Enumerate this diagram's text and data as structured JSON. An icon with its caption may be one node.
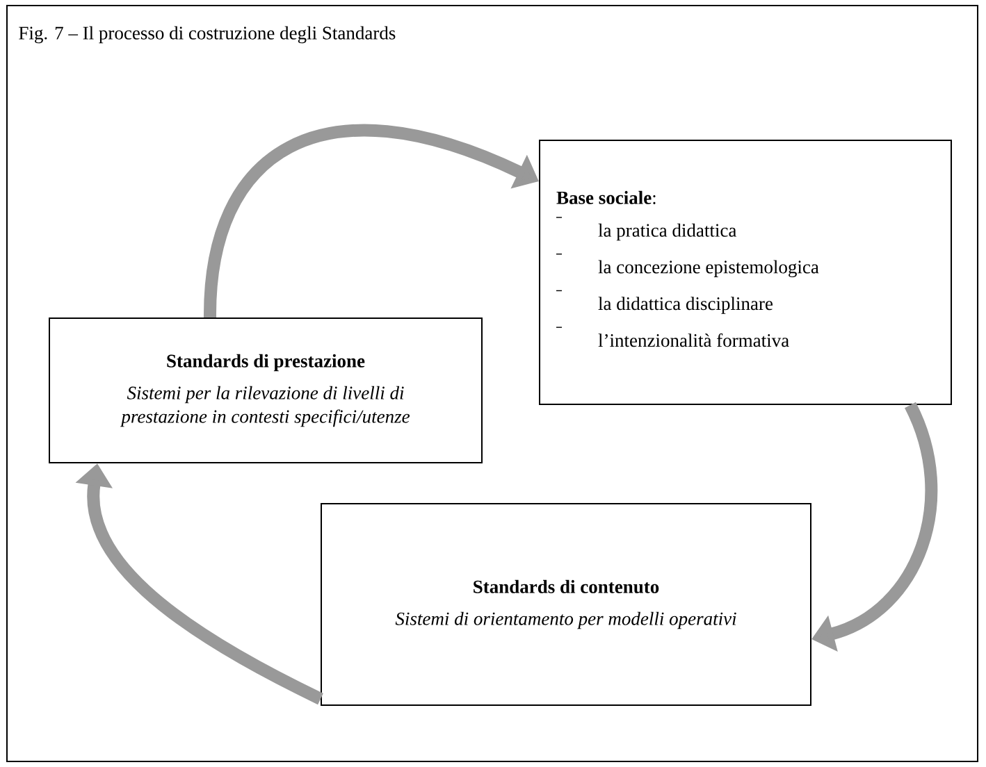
{
  "diagram": {
    "title": "Fig. 7 – Il processo di costruzione degli Standards",
    "nodes": [
      {
        "text": [
          "Standards di prestazione",
          "Sistemi per la rilevazione di livelli di prestazione in contesti specifici/utenze"
        ]
      },
      {
        "text": [
          "**Base sociale**:",
          "la pratica didattica",
          "la concezione epistemologica",
          "la didattica disciplinare",
          "l’intenzionalità formativa"
        ]
      },
      {
        "text": [
          "Standards di contenuto",
          "Sistemi di orientamento per modelli operativi"
        ]
      }
    ],
    "edges": [
      {
        "from": 0,
        "to": 1,
        "arrow": "to"
      },
      {
        "from": 1,
        "to": 2,
        "arrow": "to"
      },
      {
        "from": 2,
        "to": 0,
        "arrow": "to"
      }
    ]
  }
}
